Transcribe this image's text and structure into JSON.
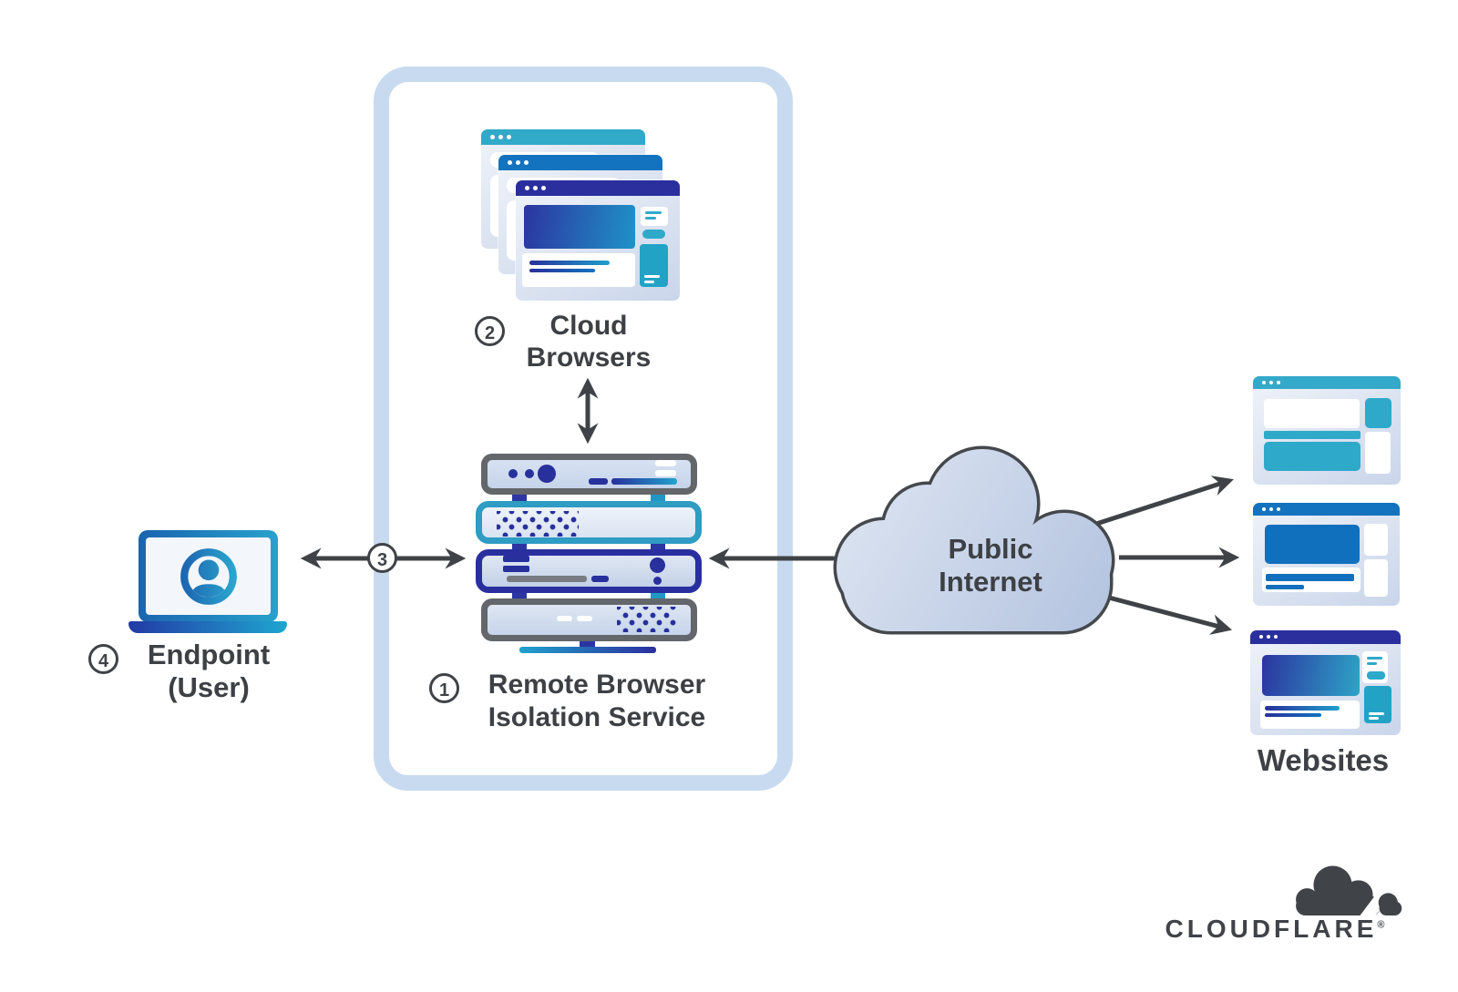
{
  "diagram": {
    "nodes": {
      "cloud_browsers": {
        "step": "2",
        "label": "Cloud Browsers"
      },
      "rbi_service": {
        "step": "1",
        "label": "Remote Browser Isolation Service"
      },
      "endpoint": {
        "step": "4",
        "label": "Endpoint (User)"
      },
      "public_internet": {
        "label": "Public Internet"
      },
      "websites": {
        "label": "Websites"
      }
    },
    "links": {
      "endpoint_to_service": {
        "step": "3"
      }
    }
  },
  "branding": {
    "wordmark": "CLOUDFLARE",
    "registered_mark": "®"
  },
  "icons": {
    "cloud_browsers": "stacked-browser-windows-icon",
    "rbi_service": "server-rack-icon",
    "endpoint": "laptop-user-icon",
    "public_internet": "cloud-icon",
    "websites": "browser-window-icons",
    "branding": "cloudflare-cloud-icon"
  },
  "colors": {
    "boundary_border": "#c7daf0",
    "accent_navy": "#2b2f9e",
    "accent_blue": "#1373bf",
    "accent_teal": "#2fa9c9",
    "arrow": "#3f4347",
    "text": "#3d4044",
    "cloud_fill_light": "#d9e1f0",
    "cloud_fill_dark": "#b3c3df",
    "logo": "#404348"
  }
}
